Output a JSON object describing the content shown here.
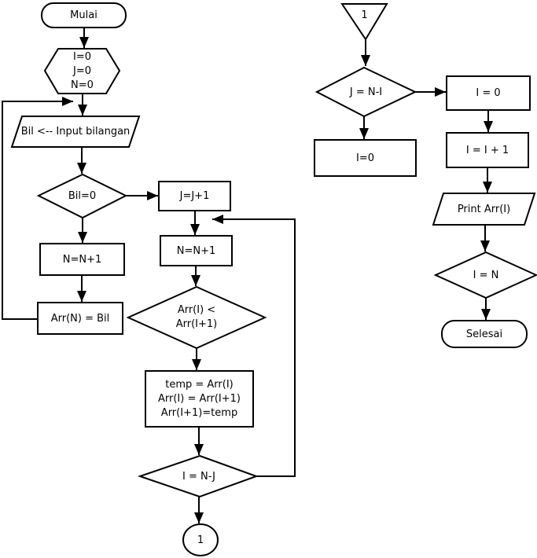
{
  "colors": {
    "stroke": "#000000",
    "fill": "#ffffff",
    "background": "#ffffff"
  },
  "nodes": {
    "start": {
      "label": "Mulai"
    },
    "init": {
      "lines": [
        "I=0",
        "J=0",
        "N=0"
      ]
    },
    "input_bilangan": {
      "label": "Bil <-- Input bilangan"
    },
    "check_bil": {
      "label": "Bil=0"
    },
    "inc_n_left": {
      "label": "N=N+1"
    },
    "assign_arr": {
      "label": "Arr(N) = Bil"
    },
    "inc_j": {
      "label": "J=J+1"
    },
    "inc_n_mid": {
      "label": "N=N+1"
    },
    "compare": {
      "lines": [
        "Arr(I) <",
        "Arr(I+1)"
      ]
    },
    "swap": {
      "lines": [
        "temp = Arr(I)",
        "Arr(I) = Arr(I+1)",
        "Arr(I+1)=temp"
      ]
    },
    "check_inj": {
      "label": "I = N-J"
    },
    "connector_out": {
      "label": "1"
    },
    "connector_in": {
      "label": "1"
    },
    "check_jni": {
      "label": "J = N-I"
    },
    "reset_i": {
      "label": "I=0"
    },
    "set_i": {
      "label": "I = 0"
    },
    "inc_i": {
      "label": "I = I + 1"
    },
    "print_arr": {
      "label": "Print Arr(I)"
    },
    "check_in": {
      "label": "I = N"
    },
    "end": {
      "label": "Selesai"
    }
  }
}
